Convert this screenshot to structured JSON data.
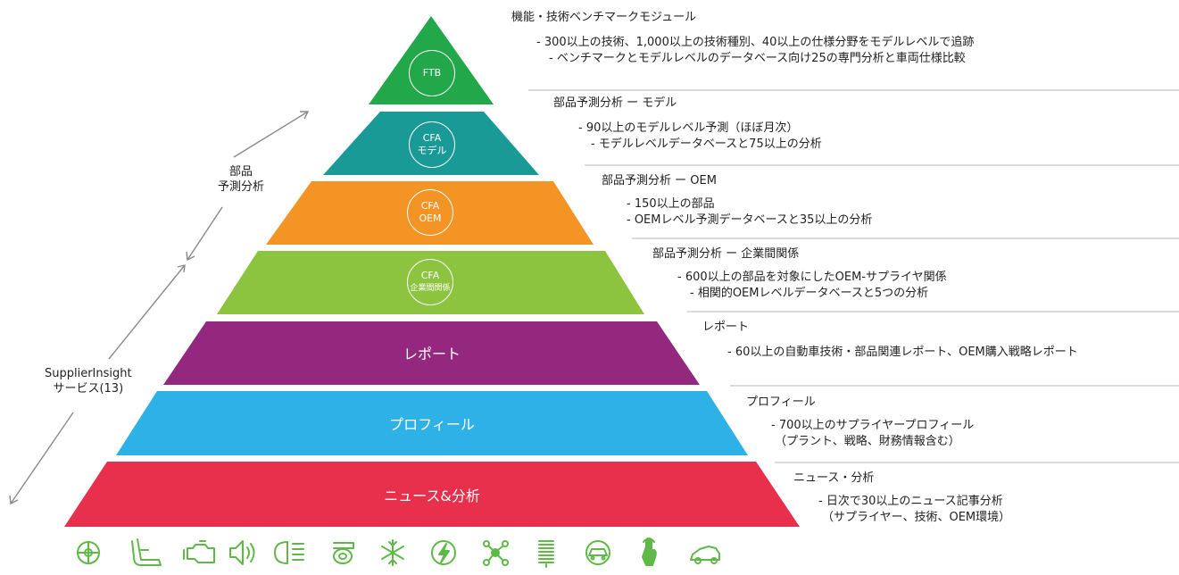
{
  "colors": {
    "ftb": "#22a84a",
    "cfa_model": "#1a9a96",
    "cfa_oem": "#f39424",
    "cfa_inter": "#8cc43f",
    "report": "#94287f",
    "profile": "#2eb1e6",
    "news": "#e8304d",
    "icon_green": "#5fb847",
    "arrow_gray": "#8a8a8a"
  },
  "pyramid": {
    "ftb": {
      "badge": [
        "FTB"
      ]
    },
    "cfa_model": {
      "badge": [
        "CFA",
        "モデル"
      ]
    },
    "cfa_oem": {
      "badge": [
        "CFA",
        "OEM"
      ]
    },
    "cfa_inter": {
      "badge": [
        "CFA",
        "企業間関係"
      ]
    },
    "report": {
      "label": "レポート"
    },
    "profile": {
      "label": "プロフィール"
    },
    "news": {
      "label": "ニュース&分析"
    }
  },
  "side_labels": {
    "parts": [
      "部品",
      "予測分析"
    ],
    "supplier": [
      "SupplierInsight",
      "サービス(13)"
    ]
  },
  "descriptions": {
    "ftb": {
      "title": "機能・技術ベンチマークモジュール",
      "lines": [
        "- 300以上の技術、1,000以上の技術種別、40以上の仕様分野をモデルレベルで追跡",
        "- ベンチマークとモデルレベルのデータベース向け25の専門分析と車両仕様比較"
      ]
    },
    "cfa_model": {
      "title": "部品予測分析 ー モデル",
      "lines": [
        "- 90以上のモデルレベル予測（ほぼ月次）",
        "- モデルレベルデータベースと75以上の分析"
      ]
    },
    "cfa_oem": {
      "title": "部品予測分析 ー OEM",
      "lines": [
        "- 150以上の部品",
        "- OEMレベル予測データベースと35以上の分析"
      ]
    },
    "cfa_inter": {
      "title": "部品予測分析 ー 企業間関係",
      "lines": [
        "- 600以上の部品を対象にしたOEM-サプライヤ関係",
        "- 相関的OEMレベルデータベースと5つの分析"
      ]
    },
    "report": {
      "title": "レポート",
      "lines": [
        "- 60以上の自動車技術・部品関連レポート、OEM購入戦略レポート"
      ]
    },
    "profile": {
      "title": "プロフィール",
      "lines": [
        "- 700以上のサプライヤープロフィール",
        "（プラント、戦略、財務情報含む）"
      ]
    },
    "news": {
      "title": "ニュース・分析",
      "lines": [
        "- 日次で30以上のニュース記事分析",
        "（サプライヤー、技術、OEM環境）"
      ]
    }
  },
  "bottom_icons": [
    "steering-wheel-icon",
    "car-seat-icon",
    "engine-icon",
    "speaker-icon",
    "headlight-icon",
    "turbocharger-icon",
    "snowflake-icon",
    "electric-bolt-icon",
    "molecule-icon",
    "spring-icon",
    "car-body-icon",
    "touch-control-icon",
    "car-outline-icon"
  ]
}
